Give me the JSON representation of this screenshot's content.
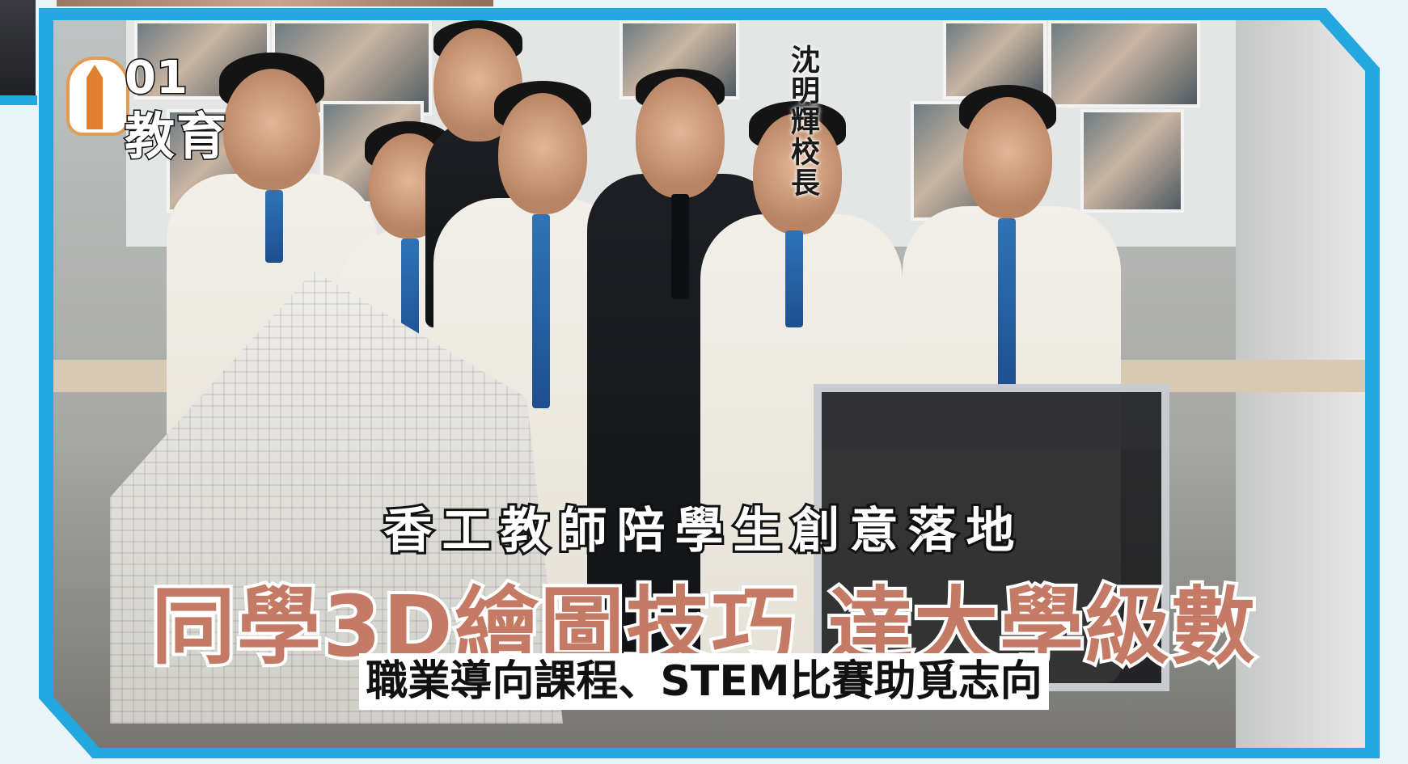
{
  "brand": {
    "logo_number": "01",
    "logo_word": "教育"
  },
  "photo": {
    "caption_vertical": "沈明輝校長"
  },
  "headline": {
    "kicker": "香工教師陪學生創意落地",
    "main": "同學3D繪圖技巧 達大學級數",
    "subhead": "職業導向課程、STEM比賽助覓志向"
  },
  "colors": {
    "frame_blue": "#22a8de",
    "headline_main": "#c47a64",
    "logo_orange": "#e07f2d"
  }
}
